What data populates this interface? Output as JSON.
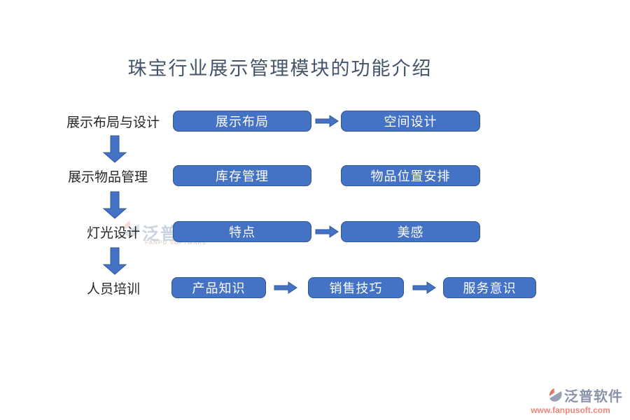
{
  "title": "珠宝行业展示管理模块的功能介绍",
  "rows": [
    {
      "label": "展示布局与设计",
      "boxes": [
        "展示布局",
        "空间设计"
      ]
    },
    {
      "label": "展示物品管理",
      "boxes": [
        "库存管理",
        "物品位置安排"
      ]
    },
    {
      "label": "灯光设计",
      "boxes": [
        "特点",
        "美感"
      ]
    },
    {
      "label": "人员培训",
      "boxes": [
        "产品知识",
        "销售技巧",
        "服务意识"
      ]
    }
  ],
  "watermark": {
    "brand": "泛普",
    "subtitle": "FANPU SOFTWARE"
  },
  "footer_logo": {
    "brand": "泛普软件",
    "url": "www.fanpusoft.com"
  },
  "colors": {
    "box_fill": "#4472C4",
    "box_border": "#2F5597",
    "box_text": "#FFFFFF",
    "arrow": "#4472C4",
    "title_text": "#44546A",
    "label_text": "#262626",
    "logo_text": "#8A93A8",
    "logo_url": "#E8897B",
    "logo_accent": "#E0796B"
  },
  "icons": {
    "down_arrow": "down-arrow-icon",
    "right_arrow": "right-arrow-icon",
    "brand_mark": "fanpu-logo-icon"
  }
}
